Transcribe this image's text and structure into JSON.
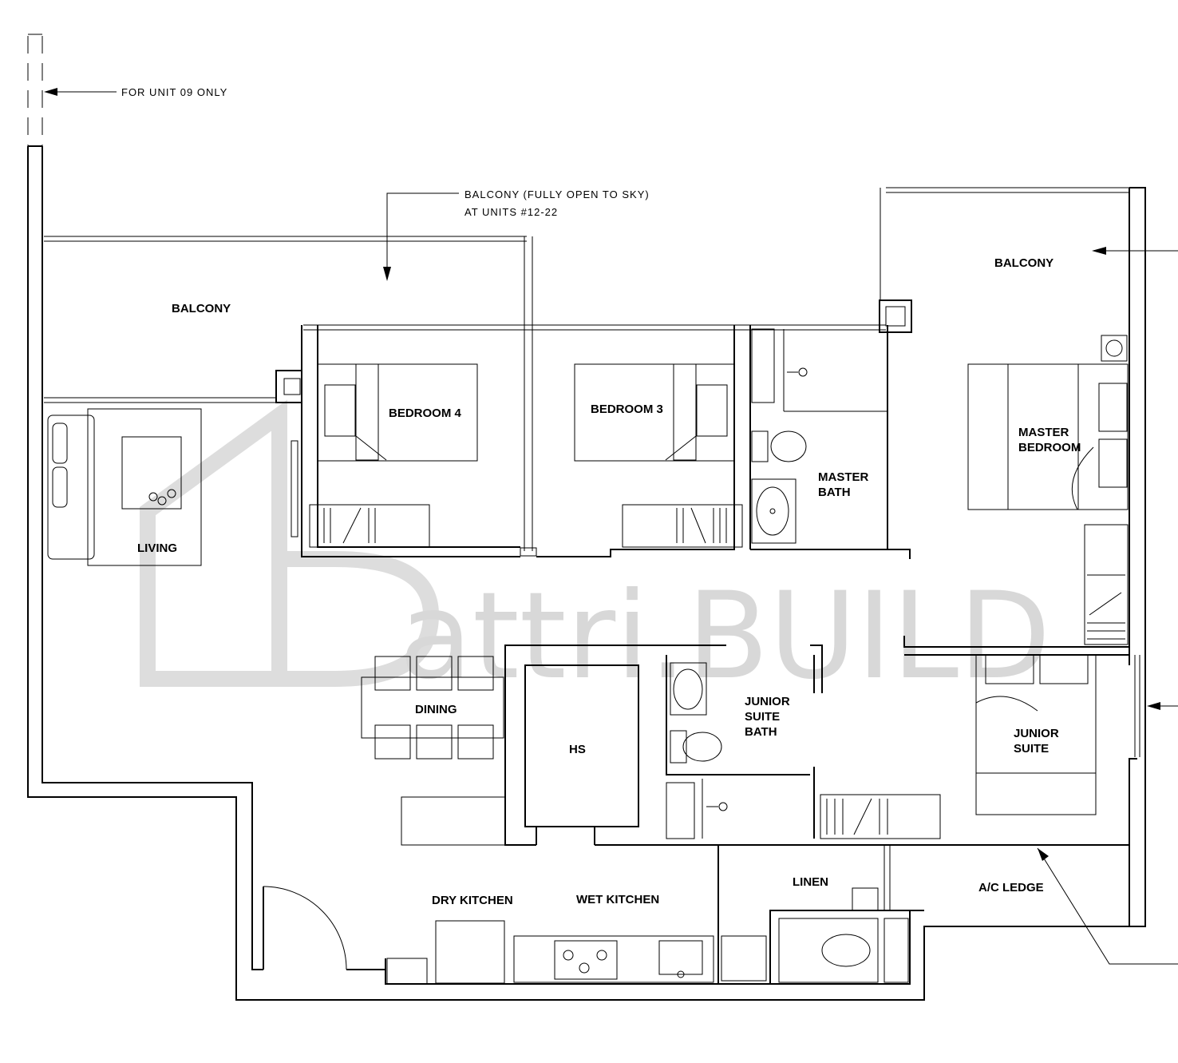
{
  "watermark": {
    "text": "attri.BUILD",
    "color": "#d9d9d9"
  },
  "notes": {
    "unit09": "FOR UNIT 09 ONLY",
    "balcony_line1": "BALCONY (FULLY OPEN TO SKY)",
    "balcony_line2": "AT UNITS #12-22"
  },
  "rooms": {
    "balcony_left": "BALCONY",
    "balcony_right": "BALCONY",
    "bedroom4": "BEDROOM 4",
    "bedroom3": "BEDROOM 3",
    "master_bath_1": "MASTER",
    "master_bath_2": "BATH",
    "master_bedroom_1": "MASTER",
    "master_bedroom_2": "BEDROOM",
    "living": "LIVING",
    "dining": "DINING",
    "hs": "HS",
    "junior_suite_bath_1": "JUNIOR",
    "junior_suite_bath_2": "SUITE",
    "junior_suite_bath_3": "BATH",
    "junior_suite_1": "JUNIOR",
    "junior_suite_2": "SUITE",
    "linen": "LINEN",
    "ac_ledge": "A/C LEDGE",
    "dry_kitchen": "DRY KITCHEN",
    "wet_kitchen": "WET KITCHEN"
  }
}
